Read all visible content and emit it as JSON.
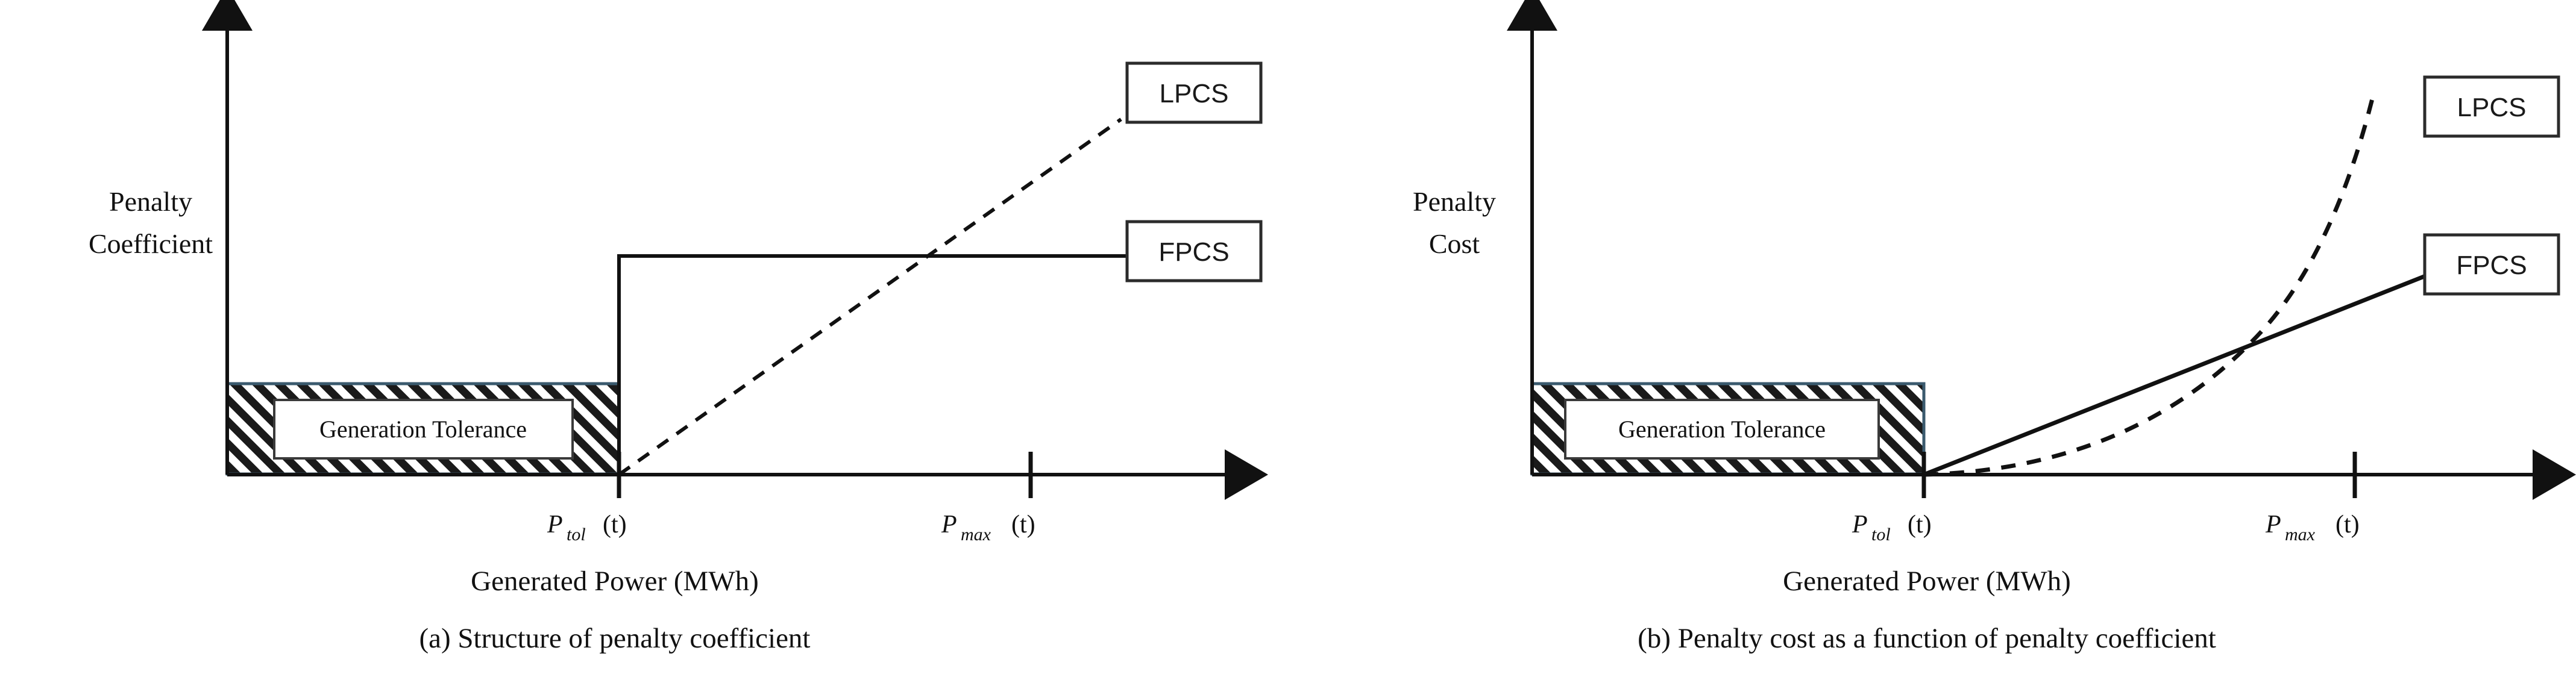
{
  "figure": {
    "background": "#ffffff",
    "ink": "#111111",
    "hatch_border_color": "#3a5a6e",
    "panel_count": 2
  },
  "panel_a": {
    "id": "a",
    "y_axis_label_line1": "Penalty",
    "y_axis_label_line2": "Coefficient",
    "x_axis_title": "Generated Power (MWh)",
    "caption": "(a) Structure of penalty coefficient",
    "tolerance_box_label": "Generation Tolerance",
    "x_ticks": [
      {
        "id": "ptol",
        "symbol": "P",
        "subscript": "tol",
        "suffix": "(t)"
      },
      {
        "id": "pmax",
        "symbol": "P",
        "subscript": "max",
        "suffix": "(t)"
      }
    ],
    "legend": [
      {
        "id": "lpcs",
        "label": "LPCS",
        "style": "dashed"
      },
      {
        "id": "fpcs",
        "label": "FPCS",
        "style": "solid"
      }
    ]
  },
  "panel_b": {
    "id": "b",
    "y_axis_label_line1": "Penalty",
    "y_axis_label_line2": "Cost",
    "x_axis_title": "Generated Power (MWh)",
    "caption": "(b) Penalty cost as a function of penalty coefficient",
    "tolerance_box_label": "Generation Tolerance",
    "x_ticks": [
      {
        "id": "ptol",
        "symbol": "P",
        "subscript": "tol",
        "suffix": "(t)"
      },
      {
        "id": "pmax",
        "symbol": "P",
        "subscript": "max",
        "suffix": "(t)"
      }
    ],
    "legend": [
      {
        "id": "lpcs",
        "label": "LPCS",
        "style": "dashed"
      },
      {
        "id": "fpcs",
        "label": "FPCS",
        "style": "solid"
      }
    ]
  },
  "chart_data": [
    {
      "id": "panel-a",
      "type": "line",
      "title": "(a) Structure of penalty coefficient",
      "xlabel": "Generated Power (MWh)",
      "ylabel": "Penalty Coefficient",
      "xlim": [
        0,
        1
      ],
      "ylim": [
        0,
        1
      ],
      "xtick_values": [
        0.28,
        0.78
      ],
      "xtick_labels": [
        "P_tol (t)",
        "P_max (t)"
      ],
      "grid": false,
      "legend_position": "right",
      "annotations": [
        {
          "text": "Generation Tolerance",
          "x_range": [
            0.0,
            0.28
          ],
          "y_range": [
            0.0,
            0.22
          ]
        }
      ],
      "series": [
        {
          "name": "FPCS",
          "style": "solid",
          "description": "step function: zero until P_tol then constant positive value",
          "x": [
            0.0,
            0.28,
            0.28,
            1.0
          ],
          "y": [
            0.0,
            0.0,
            0.55,
            0.55
          ]
        },
        {
          "name": "LPCS",
          "style": "dashed",
          "description": "linear ramp starting at P_tol",
          "x": [
            0.28,
            1.0
          ],
          "y": [
            0.0,
            0.85
          ]
        }
      ]
    },
    {
      "id": "panel-b",
      "type": "line",
      "title": "(b) Penalty cost as a function of penalty coefficient",
      "xlabel": "Generated Power (MWh)",
      "ylabel": "Penalty Cost",
      "xlim": [
        0,
        1
      ],
      "ylim": [
        0,
        1
      ],
      "xtick_values": [
        0.28,
        0.78
      ],
      "xtick_labels": [
        "P_tol (t)",
        "P_max (t)"
      ],
      "grid": false,
      "legend_position": "right",
      "annotations": [
        {
          "text": "Generation Tolerance",
          "x_range": [
            0.0,
            0.28
          ],
          "y_range": [
            0.0,
            0.22
          ]
        }
      ],
      "series": [
        {
          "name": "FPCS",
          "style": "solid",
          "description": "linear increase starting at P_tol",
          "x": [
            0.28,
            1.0
          ],
          "y": [
            0.0,
            0.56
          ]
        },
        {
          "name": "LPCS",
          "style": "dashed",
          "description": "convex quadratic increase starting at P_tol, crosses FPCS near x=0.80",
          "x": [
            0.28,
            0.46,
            0.62,
            0.75,
            0.86,
            0.95
          ],
          "y": [
            0.0,
            0.035,
            0.13,
            0.27,
            0.48,
            0.78
          ]
        }
      ]
    }
  ]
}
